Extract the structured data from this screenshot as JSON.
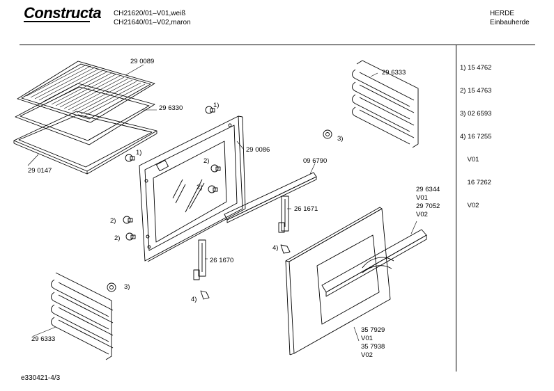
{
  "header": {
    "logo": "Constructa",
    "model_line_1": "CH21620/01–V01,weiß",
    "model_line_2": "CH21640/01–V02,maron",
    "category_1": "HERDE",
    "category_2": "Einbauherde"
  },
  "legend": [
    "1) 15 4762",
    "2) 15 4763",
    "3) 02 6593",
    "4) 16 7255",
    "    V01",
    "    16 7262",
    "    V02"
  ],
  "parts": {
    "p_290089": "29 0089",
    "p_296330": "29 6330",
    "p_290147": "29 0147",
    "p_296333_top": "29 6333",
    "p_296333_bottom": "29 6333",
    "p_290086": "29 0086",
    "p_096790": "09 6790",
    "p_261671": "26 1671",
    "p_261670": "26 1670",
    "p_296344": "29 6344",
    "p_296344_v01": "V01",
    "p_297052": "29 7052",
    "p_297052_v02": "V02",
    "p_357929": "35 7929",
    "p_357929_v01": "V01",
    "p_357938": "35 7938",
    "p_357938_v02": "V02"
  },
  "callouts": {
    "c1a": "1)",
    "c1b": "1)",
    "c2a": "2)",
    "c2b": "2)",
    "c2c": "2)",
    "c2d": "2)",
    "c3a": "3)",
    "c3b": "3)",
    "c4a": "4)",
    "c4b": "4)"
  },
  "footer": {
    "drawing_id": "e330421-4/3"
  }
}
